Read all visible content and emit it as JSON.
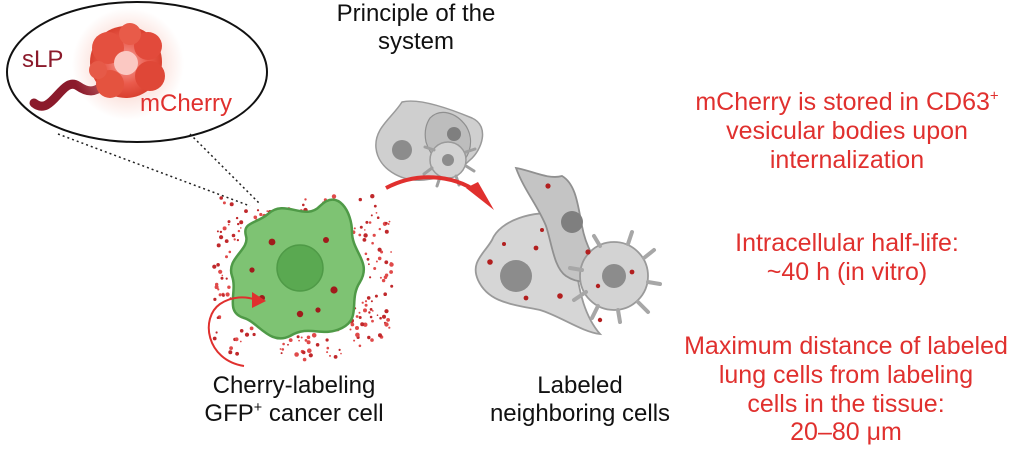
{
  "title": {
    "line1": "Principle of the",
    "line2": "system"
  },
  "inset": {
    "slp_label": "sLP",
    "mcherry_label": "mCherry"
  },
  "labels": {
    "source_line1": "Cherry-labeling",
    "source_line2_pre": "GFP",
    "source_line2_sup": "+",
    "source_line2_post": " cancer cell",
    "target_line1": "Labeled",
    "target_line2": "neighboring cells"
  },
  "facts": {
    "f1_line1_pre": "mCherry is stored in CD63",
    "f1_line1_sup": "+",
    "f1_line2": "vesicular bodies upon",
    "f1_line3": "internalization",
    "f2_line1": "Intracellular half-life:",
    "f2_line2": "~40 h (in vitro)",
    "f3_line1": "Maximum distance of labeled",
    "f3_line2": "lung cells from labeling",
    "f3_line3": "cells in the tissue:",
    "f3_line4": "20–80 μm"
  },
  "colors": {
    "accent_red": "#e0302e",
    "dark_red": "#8b1a2b",
    "gfp_green": "#6dbb63",
    "cell_gray": "#c8c8c8"
  }
}
